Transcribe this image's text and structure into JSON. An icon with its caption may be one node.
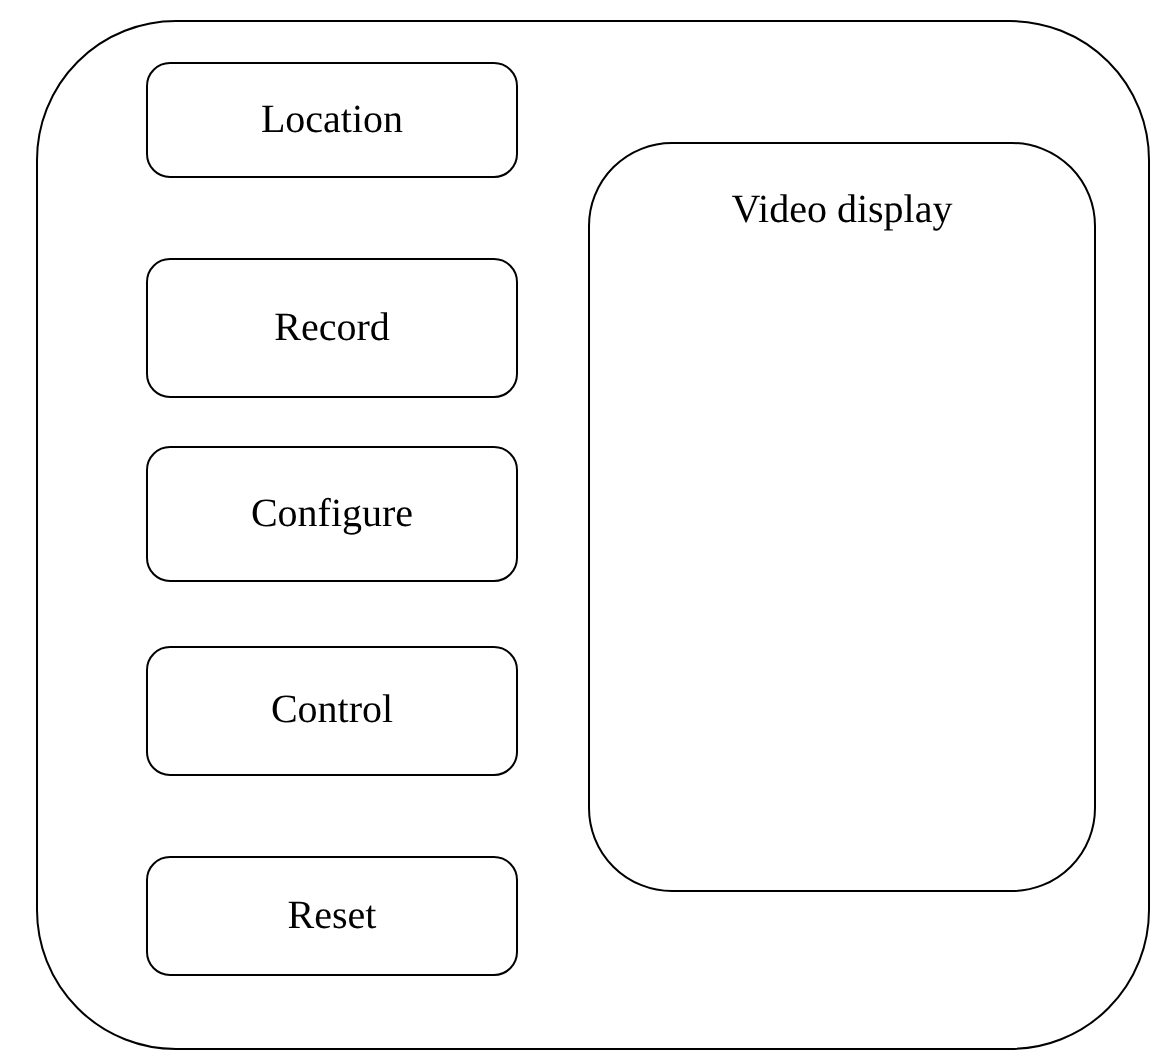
{
  "diagram": {
    "nodes": [
      {
        "text": [],
        "shape": "box"
      },
      {
        "text": [
          "Location"
        ],
        "in": 0
      },
      {
        "text": [
          "Video display"
        ],
        "in": 0
      },
      {
        "text": [
          "Record"
        ],
        "in": 0
      },
      {
        "text": [
          "Configure"
        ],
        "in": 0
      },
      {
        "text": [
          "Control"
        ],
        "in": 0
      },
      {
        "text": [
          "Reset"
        ],
        "in": 0
      }
    ]
  }
}
